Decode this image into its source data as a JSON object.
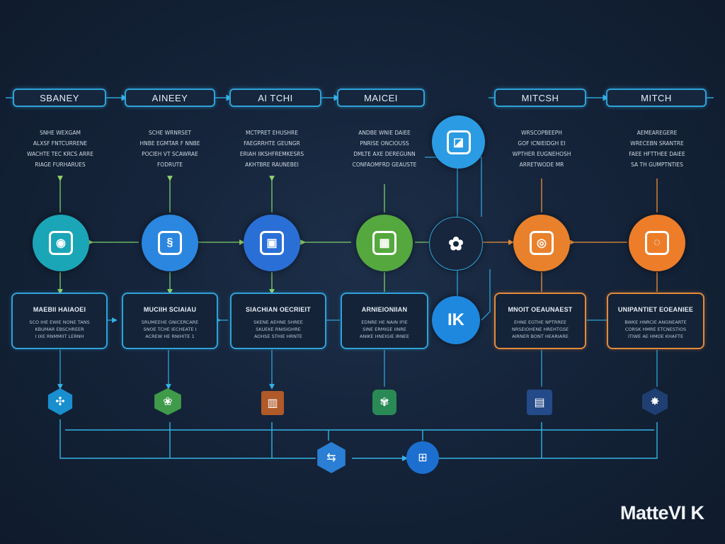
{
  "headers": [
    "SBANEY",
    "AINEEY",
    "AI TCHI",
    "MAICEI",
    "MITCSH",
    "MITCH"
  ],
  "descriptions": [
    [
      "SNHE WEXGAM",
      "ALXSF FNTCURRENE",
      "WACHTE TEC KRCS ARRE",
      "RIAGE FURHARUES"
    ],
    [
      "SCHE WRNRSET",
      "HNBE EGMTAR F NNBE",
      "POCIEH VT SCAWRAE",
      "FODRUTE"
    ],
    [
      "MCTPRET EHUSHRE",
      "FAEGRRHTE GEUNGR",
      "ERIAH IIKSHFREMKESRS",
      "AKHTBRE RAUNEBEI"
    ],
    [
      "ANDBE WNIE DAIEE",
      "PNRISE ONCIOUSS",
      "DMLTE AXE DEREGUNN",
      "CONFAOMFRD GEAUSTE"
    ],
    [
      "WRSCOPBEEPH",
      "GOF ICNIEIDGH EI",
      "WPTHER EUGNEHOSH",
      "ARRETWODE MR"
    ],
    [
      "AEMEAREGERE",
      "WRECEBN SRANTRE",
      "FAEE HFTTHEE DAIEE",
      "SA TH GUMPTNTIES"
    ]
  ],
  "circles": [
    {
      "color": "#1aa6b7",
      "icon": "lock-shield-icon",
      "glyph": "◉"
    },
    {
      "color": "#2a86de",
      "icon": "tag-document-icon",
      "glyph": "§"
    },
    {
      "color": "#2a6fd6",
      "icon": "camera-frame-icon",
      "glyph": "▣"
    },
    {
      "color": "#54a83d",
      "icon": "grid-calendar-icon",
      "glyph": "▦"
    },
    {
      "color": "#e8802c",
      "icon": "gear-target-icon",
      "glyph": "◎"
    },
    {
      "color": "#ee7d2a",
      "icon": "circular-refresh-icon",
      "glyph": "◌"
    }
  ],
  "hub_top": {
    "color": "#2b9ce4",
    "icon": "envelope-frame-icon",
    "glyph": "◪"
  },
  "hub_mid": {
    "color": "#17263d",
    "icon": "flower-gear-icon",
    "glyph": "✿"
  },
  "hub_low": {
    "color": "#1e88de",
    "icon": "letters-k-icon",
    "glyph": "IK"
  },
  "cards": [
    {
      "title": "MAEBII HAIAOEI",
      "lines": [
        "SCO IHE EWIE NONE TANS",
        "KBUMAR EBSCHREER",
        "I IXE RNMMIIT LERNH"
      ],
      "accent": "#2fa3d8"
    },
    {
      "title": "MUCIIH SCIAIAU",
      "lines": [
        "SRUMEEHE GNICERCARE",
        "SNOE TCHE IECHEATE I",
        "ACREW HE RNIHITE 1"
      ],
      "accent": "#2fa3d8"
    },
    {
      "title": "SIACHIAN OECRIEIT",
      "lines": [
        "SKENE AEHNE SHREE",
        "SKUEKE RNISIGHRE",
        "AOHSE STHIE HRNTE"
      ],
      "accent": "#2fa3d8"
    },
    {
      "title": "ARNIEIONIIAN",
      "lines": [
        "EDNRE HE NAIN IFIE",
        "SINE ERMIGE IINRE",
        "ANIKE HNEIGIE IRNEE"
      ],
      "accent": "#2fa3d8"
    },
    {
      "title": "MNOIT OEAUNAEST",
      "lines": [
        "EHNE EGTHE NPTRREE",
        "NRSEIOHENE HREHTGSE",
        "AIRNER BONT HEARIARE"
      ],
      "accent": "#e58a3a"
    },
    {
      "title": "UNIPANTIET EOEANIEE",
      "lines": [
        "BWKE HNRCIE ANGNEARTE",
        "CORSK HMRE ETCNESTIOS",
        "ITIWE AE HMOE KHAFTE"
      ],
      "accent": "#e58a3a"
    }
  ],
  "bottom_icons": [
    {
      "color": "#1a8fd0",
      "icon": "network-badge-icon",
      "glyph": "✣"
    },
    {
      "color": "#3f9a4a",
      "icon": "recycle-leaf-icon",
      "glyph": "❀"
    },
    {
      "color": "#b05a2a",
      "icon": "grid-box-icon",
      "glyph": "▥"
    },
    {
      "color": "#2a8a55",
      "icon": "globe-leaf-icon",
      "glyph": "✾"
    },
    {
      "color": "#244a8a",
      "icon": "building-blocks-icon",
      "glyph": "▤"
    },
    {
      "color": "#1f3f72",
      "icon": "crystal-cluster-icon",
      "glyph": "✸"
    }
  ],
  "bus_icons": [
    {
      "color": "#2a7fd4",
      "icon": "folder-transfer-icon",
      "glyph": "⇆"
    },
    {
      "color": "#1d6fcf",
      "icon": "circuit-board-icon",
      "glyph": "⊞"
    }
  ],
  "brand": {
    "logo": "MatteVI K"
  }
}
